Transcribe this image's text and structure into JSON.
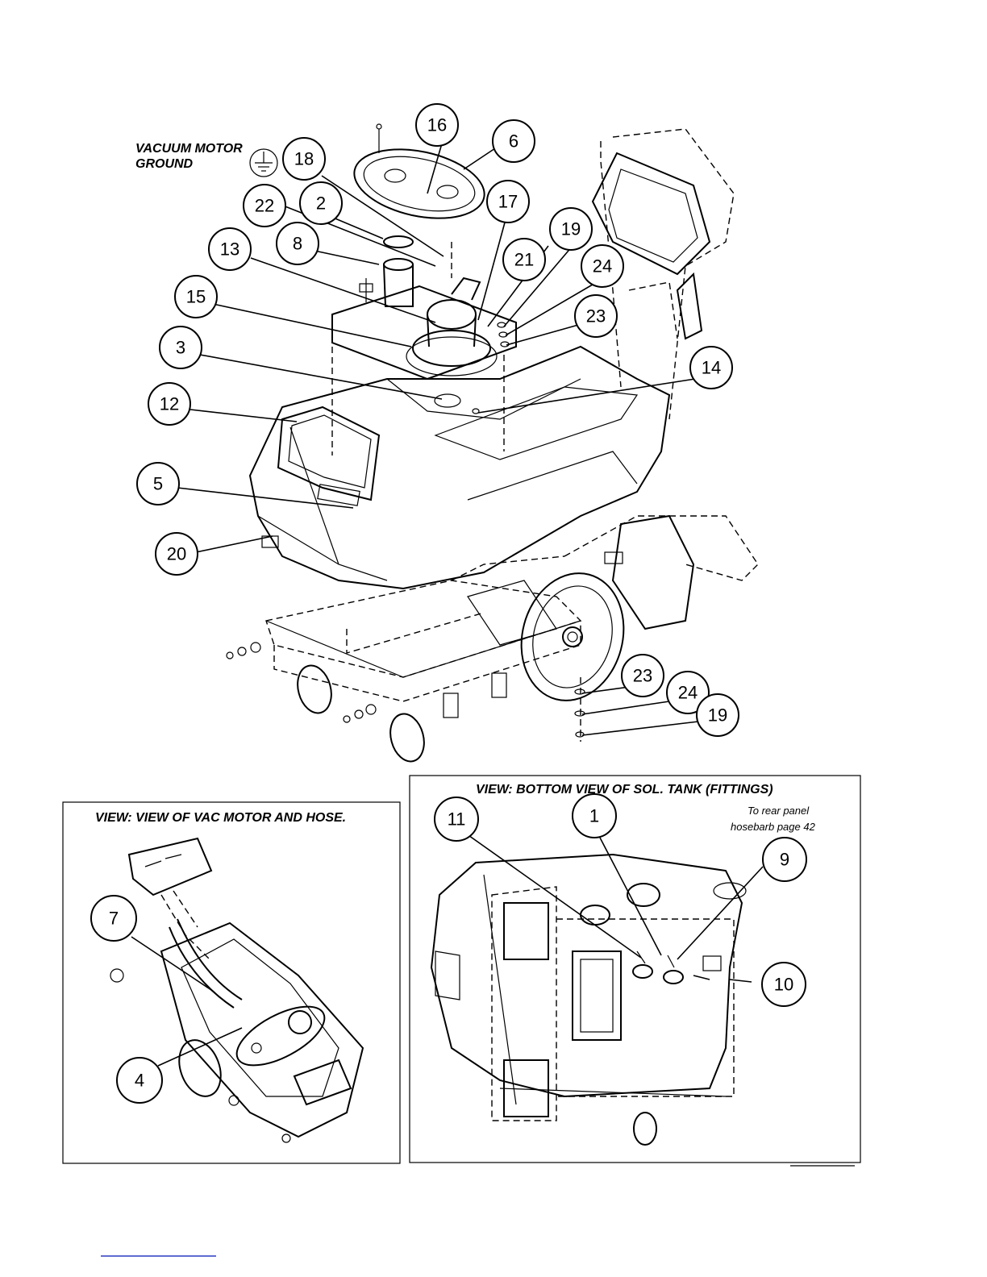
{
  "ground_label_line1": "VACUUM MOTOR",
  "ground_label_line2": "GROUND",
  "views": {
    "vac_motor_title": "VIEW: VIEW OF VAC MOTOR AND HOSE.",
    "sol_tank_title": "VIEW: BOTTOM VIEW OF SOL. TANK (FITTINGS)",
    "rear_panel_note_line1": "To rear panel",
    "rear_panel_note_line2": "hosebarb page 42"
  },
  "callouts": {
    "c1": "1",
    "c2": "2",
    "c3": "3",
    "c4": "4",
    "c5": "5",
    "c6": "6",
    "c7": "7",
    "c8": "8",
    "c9": "9",
    "c10": "10",
    "c11": "11",
    "c12": "12",
    "c13": "13",
    "c14": "14",
    "c15": "15",
    "c16": "16",
    "c17": "17",
    "c18": "18",
    "c19": "19",
    "c20": "20",
    "c21": "21",
    "c22": "22",
    "c23": "23",
    "c24": "24"
  }
}
